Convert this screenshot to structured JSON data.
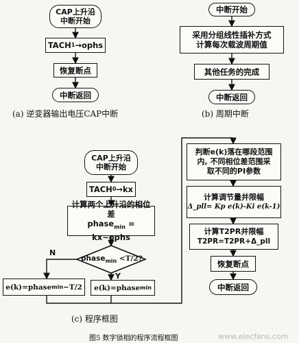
{
  "panel_a": {
    "start": "CAP上升沿\n中断开始",
    "step1_main": "TACH",
    "step1_sub": "1",
    "step1_rest": "→ophs",
    "step2": "恢复断点",
    "end": "中断返回",
    "caption": "(a) 逆变器输出电压CAP中断"
  },
  "panel_b": {
    "start": "中断开始",
    "step1": "采用分组线性插补方式\n计算每次载波周期值",
    "step2": "其他任务的完成",
    "end": "中断返回",
    "caption": "(b) 周期中断"
  },
  "panel_c": {
    "start": "CAP上升沿\n中断开始",
    "step1_main": "TACH",
    "step1_sub": "0",
    "step1_rest": "→kx",
    "step2_line1": "计算两个上升沿的相位差",
    "step2_line2_main": "phase",
    "step2_line2_sub": "min",
    "step2_line2_rest": " = kx−ophs",
    "decision_main": "phase",
    "decision_sub": "min",
    "decision_rest": " <T/2?",
    "label_n": "N",
    "label_y": "Y",
    "left_box_a": "e(k)=phase",
    "left_box_sub": "min",
    "left_box_b": " −T/2",
    "right_box_a": "e(k)=phase",
    "right_box_sub": "min",
    "col2_step1": "判断e(k)落在哪段范围\n内, 不同相位差范围采\n取不同的PI参数",
    "col2_step2_line1": "计算调节量并限幅",
    "col2_step2_line2": "Δ_pll= Kp e(k)-Ki e(k-1)",
    "col2_step3_line1": "计算T2PR并限幅",
    "col2_step3_line2": "T2PR=T2PR+Δ_pll",
    "col2_step4": "恢复断点",
    "col2_end": "中断返回",
    "caption": "(c) 程序框图"
  },
  "figure_caption": "图5  数字锁相的程序流程框图",
  "watermark": "www.elecfans.com"
}
